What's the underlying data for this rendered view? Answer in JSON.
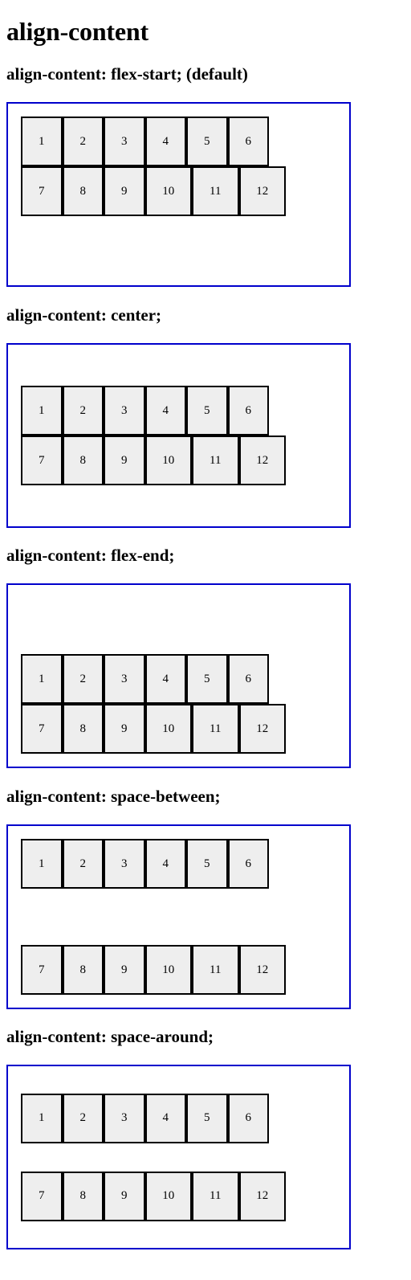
{
  "page": {
    "title": "align-content"
  },
  "sections": [
    {
      "heading": "align-content: flex-start; (default)",
      "align": "flex-start",
      "items": [
        "1",
        "2",
        "3",
        "4",
        "5",
        "6",
        "7",
        "8",
        "9",
        "10",
        "11",
        "12"
      ]
    },
    {
      "heading": "align-content: center;",
      "align": "center",
      "items": [
        "1",
        "2",
        "3",
        "4",
        "5",
        "6",
        "7",
        "8",
        "9",
        "10",
        "11",
        "12"
      ]
    },
    {
      "heading": "align-content: flex-end;",
      "align": "flex-end",
      "items": [
        "1",
        "2",
        "3",
        "4",
        "5",
        "6",
        "7",
        "8",
        "9",
        "10",
        "11",
        "12"
      ]
    },
    {
      "heading": "align-content: space-between;",
      "align": "space-between",
      "items": [
        "1",
        "2",
        "3",
        "4",
        "5",
        "6",
        "7",
        "8",
        "9",
        "10",
        "11",
        "12"
      ]
    },
    {
      "heading": "align-content: space-around;",
      "align": "space-around",
      "items": [
        "1",
        "2",
        "3",
        "4",
        "5",
        "6",
        "7",
        "8",
        "9",
        "10",
        "11",
        "12"
      ]
    }
  ],
  "colors": {
    "container_border": "#0000cc",
    "item_background": "#eeeeee",
    "item_border": "#000000"
  }
}
